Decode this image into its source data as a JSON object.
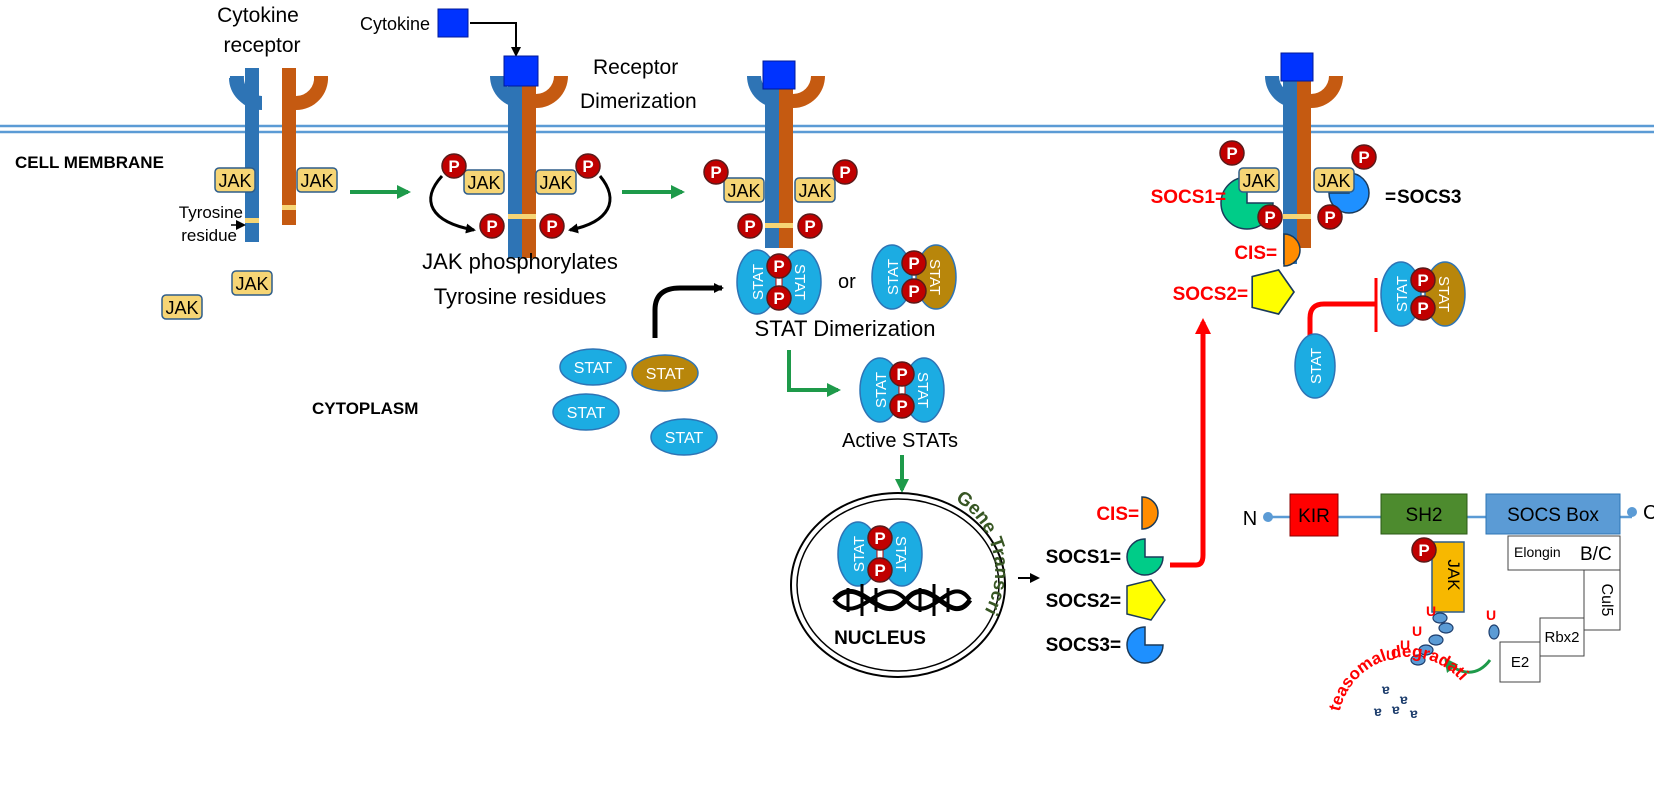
{
  "labels": {
    "cytokine_receptor_1": "Cytokine",
    "cytokine_receptor_2": "receptor",
    "cytokine": "Cytokine",
    "receptor_dimerization_1": "Receptor",
    "receptor_dimerization_2": "Dimerization",
    "cell_membrane": "CELL MEMBRANE",
    "cytoplasm": "CYTOPLASM",
    "tyrosine_1": "Tyrosine",
    "tyrosine_2": "residue",
    "jak_phos_1": "JAK phosphorylates",
    "jak_phos_2": "Tyrosine residues",
    "stat_dimerization": "STAT Dimerization",
    "or": "or",
    "active_stats": "Active STATs",
    "nucleus": "NUCLEUS",
    "gene_transcription": "Gene Transcription",
    "proteasomal_degradation": "Proteasomal degradation",
    "n_term": "N",
    "c_term": "C"
  },
  "tokens": {
    "jak": "JAK",
    "stat": "STAT",
    "p": "P",
    "u": "U"
  },
  "socs": {
    "cis": "CIS",
    "socs1": "SOCS1",
    "socs2": "SOCS2",
    "socs3": "SOCS3"
  },
  "domains": {
    "kir": "KIR",
    "sh2": "SH2",
    "socs_box": "SOCS Box",
    "elongin": "Elongin",
    "bc": "B/C",
    "cul5": "Cul5",
    "rbx2": "Rbx2",
    "e2": "E2"
  },
  "colors": {
    "receptor_blue": "#2e74b5",
    "receptor_orange": "#c55a11",
    "jak_fill": "#f6d575",
    "stat_blue": "#1cace2",
    "stat_gold": "#b8860b",
    "phospho_red": "#c00000",
    "cytokine_blue": "#0033ff",
    "arrow_green": "#1e9a4a",
    "inhibit_red": "#ff0000",
    "membrane": "#5b9bd5",
    "kir_red": "#ff0000",
    "sh2_green": "#4d8b2e",
    "socsbox_blue": "#5b9bd5",
    "socs1_green": "#00cc88",
    "socs2_yellow": "#ffff00",
    "socs3_blue": "#1e90ff",
    "cis_orange": "#ff8c00"
  },
  "icons": [
    "cytokine-square-icon",
    "receptor-icon",
    "jak-icon",
    "stat-icon",
    "phosphate-icon",
    "dna-helix-icon",
    "ubiquitin-icon",
    "proteasome-fragment-icon"
  ]
}
